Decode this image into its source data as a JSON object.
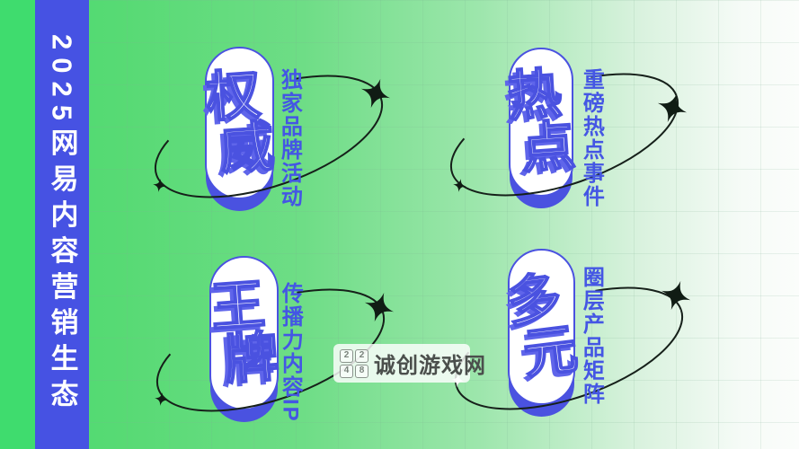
{
  "sidebar": {
    "vertical_title": "2025网易内容营销生态"
  },
  "cards": [
    {
      "chars": [
        "权",
        "威"
      ],
      "label": "独家品牌活动"
    },
    {
      "chars": [
        "热",
        "点"
      ],
      "label": "重磅热点事件"
    },
    {
      "chars": [
        "王",
        "牌"
      ],
      "label": "传播力内容IP"
    },
    {
      "chars": [
        "多",
        "元"
      ],
      "label": "圈层产品矩阵"
    }
  ],
  "watermark": {
    "logo_digits": [
      "2",
      "2",
      "4",
      "8"
    ],
    "site_name": "诚创游戏网"
  },
  "colors": {
    "band_blue": "#4652e3",
    "strip_green": "#3fdc6e",
    "capsule_blue": "#4a52e0",
    "label_blue": "#4456e4",
    "orbit_dark": "#16201a",
    "background_green": "#52d973",
    "background_white": "#fbfdfb"
  }
}
